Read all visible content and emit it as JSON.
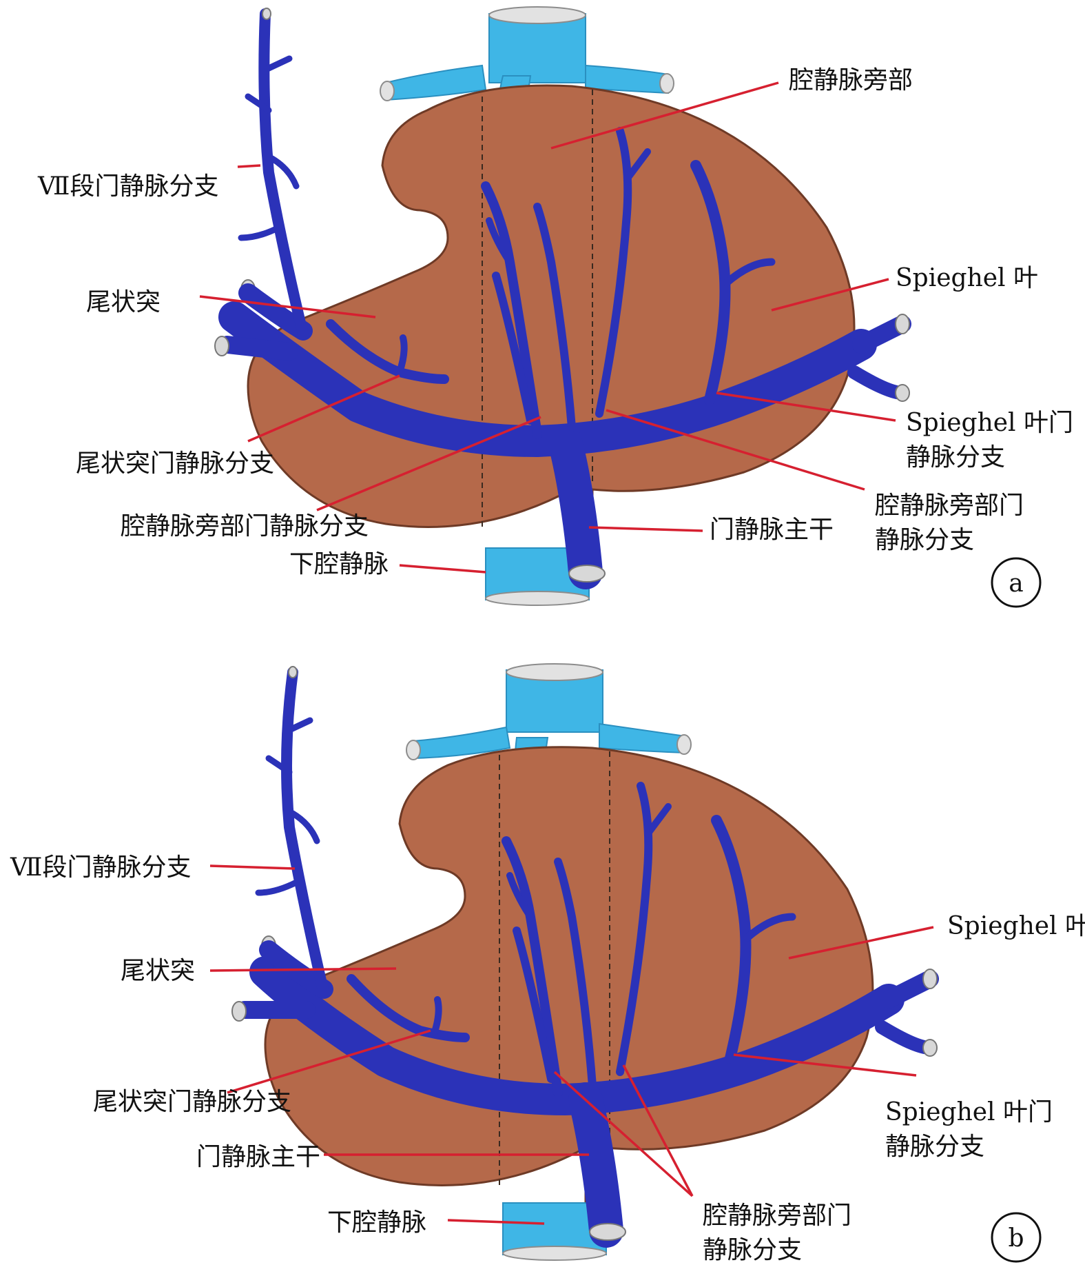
{
  "colors": {
    "liver": "#b5694a",
    "ivc": "#3fb6e6",
    "portal_vein": "#2b32b8",
    "leader_line": "#d62030"
  },
  "panel_a": {
    "badge": "a",
    "labels": {
      "seg7_branch": "Ⅶ段门静脉分支",
      "caudate_process": "尾状突",
      "caudate_process_branch": "尾状突门静脉分支",
      "paracaval_branch": "腔静脉旁部门静脉分支",
      "ivc": "下腔静脉",
      "paracaval_portion": "腔静脉旁部",
      "spiegel_lobe": "Spieghel 叶",
      "spiegel_branch_line1": "Spieghel 叶门",
      "spiegel_branch_line2": "静脉分支",
      "paracaval_branch_r_line1": "腔静脉旁部门",
      "paracaval_branch_r_line2": "静脉分支",
      "main_trunk": "门静脉主干"
    }
  },
  "panel_b": {
    "badge": "b",
    "labels": {
      "seg7_branch": "Ⅶ段门静脉分支",
      "caudate_process": "尾状突",
      "caudate_process_branch": "尾状突门静脉分支",
      "main_trunk": "门静脉主干",
      "ivc": "下腔静脉",
      "spiegel_lobe": "Spieghel 叶",
      "spiegel_branch_line1": "Spieghel 叶门",
      "spiegel_branch_line2": "静脉分支",
      "paracaval_branch_line1": "腔静脉旁部门",
      "paracaval_branch_line2": "静脉分支"
    }
  }
}
